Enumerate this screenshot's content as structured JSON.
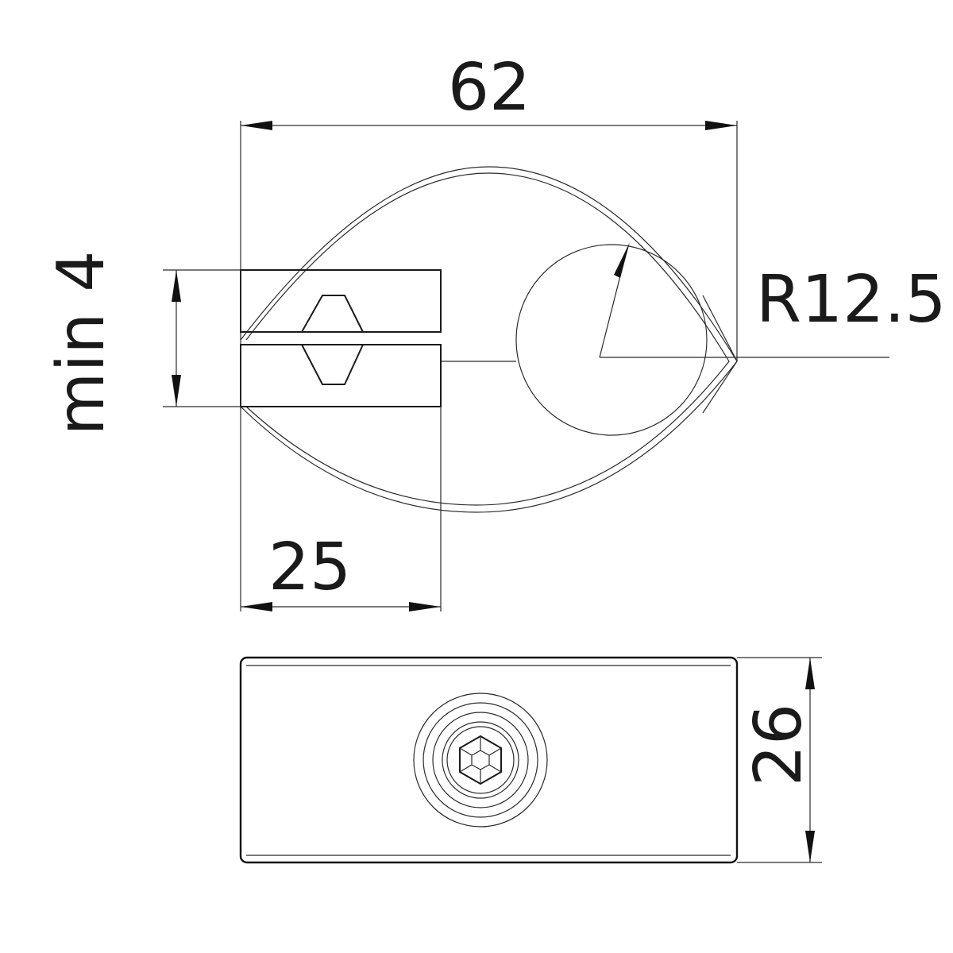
{
  "dimensions": {
    "overall_width": "62",
    "clamp_width": "25",
    "min_gap": "min 4",
    "radius": "R12.5",
    "height": "26"
  }
}
